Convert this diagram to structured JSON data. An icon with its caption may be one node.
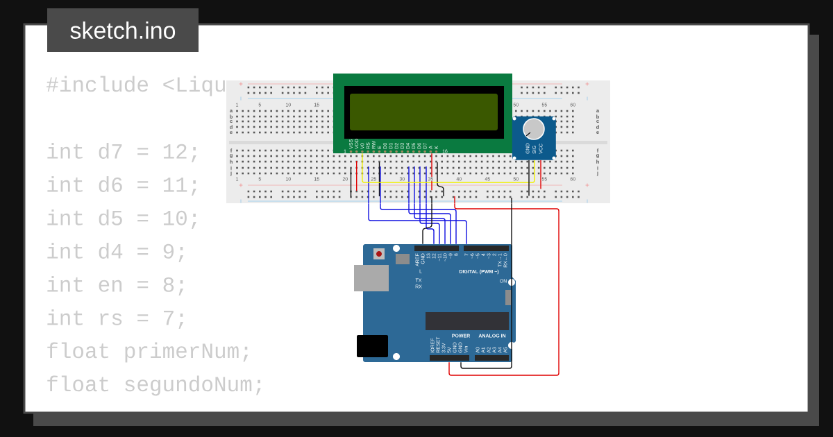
{
  "diagram": {
    "title": "sketch.ino",
    "nodes": [
      {
        "text": [],
        "shape": "picture"
      },
      {
        "text": [],
        "shape": "picture"
      },
      {
        "text": [],
        "shape": "picture",
        "in": 0
      },
      {
        "text": [],
        "shape": "picture"
      }
    ],
    "edges": [
      {
        "from": 0,
        "to": 3,
        "arrow": "none"
      },
      {
        "from": 0,
        "to": 3,
        "arrow": "none"
      },
      {
        "from": 0,
        "to": 3,
        "arrow": "none"
      },
      {
        "from": 0,
        "to": 3,
        "arrow": "none"
      },
      {
        "from": 0,
        "to": 3,
        "arrow": "none"
      },
      {
        "from": 0,
        "to": 3,
        "arrow": "none"
      },
      {
        "from": 0,
        "to": 3,
        "arrow": "none",
        "color": "#111111"
      },
      {
        "from": 0,
        "to": 3,
        "arrow": "none",
        "color": "#e00000"
      },
      {
        "from": 0,
        "to": 3,
        "arrow": "none",
        "color": "#111111"
      },
      {
        "from": 1,
        "to": 2,
        "arrow": "none",
        "color": "#f0f000"
      },
      {
        "from": 1,
        "to": 0,
        "arrow": "none",
        "color": "#e00000"
      },
      {
        "from": 2,
        "to": 0,
        "arrow": "none",
        "color": "#111111"
      },
      {
        "from": 2,
        "to": 0,
        "arrow": "none",
        "color": "#e00000"
      }
    ],
    "labels": [
      "#include <Liqu",
      "int d7 = 12;",
      "int d6 = 11;",
      "int d5 = 10;",
      "int d4 = 9;",
      "int en = 8;",
      "int rs = 7;",
      "float primerNum;",
      "float segundoNum;",
      "1",
      "5",
      "10",
      "15",
      "50",
      "55",
      "60",
      "a",
      "b",
      "c",
      "d",
      "e",
      "a",
      "b",
      "c",
      "d",
      "e",
      "f",
      "g",
      "h",
      "i",
      "j",
      "f",
      "g",
      "h",
      "i",
      "j",
      "1",
      "5",
      "10",
      "15",
      "20",
      "25",
      "30",
      "35",
      "40",
      "45",
      "50",
      "55",
      "60",
      "VSS",
      "VDD",
      "V0",
      "RS",
      "RW",
      "E",
      "D0",
      "D1",
      "D2",
      "D3",
      "D4",
      "D5",
      "D6",
      "D7",
      "A",
      "K",
      "1",
      "16",
      "GND",
      "SIG",
      "VCC",
      "AREF",
      "GND",
      "13",
      "12",
      "~11",
      "~10",
      "~9",
      "8",
      "7",
      "~6",
      "~5",
      "4",
      "~3",
      "2",
      "TX→1",
      "RX←0",
      "L",
      "DIGITAL (PWM ~)",
      "TX",
      "ON",
      "RX",
      "IOREF",
      "RESET",
      "3.3V",
      "5V",
      "GND",
      "GND",
      "Vin",
      "POWER",
      "ANALOG IN",
      "A0",
      "A1",
      "A2",
      "A3",
      "A4",
      "A5"
    ]
  }
}
